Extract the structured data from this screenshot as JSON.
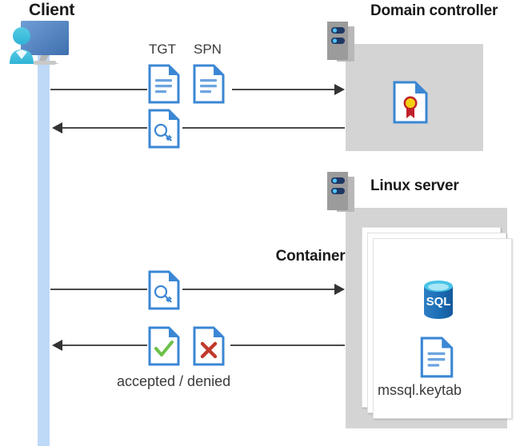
{
  "diagram": {
    "title_client": "Client",
    "title_domain_controller": "Domain controller",
    "title_linux_server": "Linux server",
    "title_container": "Container",
    "label_tgt": "TGT",
    "label_spn": "SPN",
    "label_accepted_denied": "accepted / denied",
    "label_keytab": "mssql.keytab",
    "label_sql": "SQL"
  },
  "icons": {
    "client": "client-workstation-user-icon",
    "server_rack_dc": "server-rack-icon",
    "server_rack_linux": "server-rack-icon",
    "certificate": "certificate-document-icon",
    "tgt_doc": "text-document-icon",
    "spn_doc": "text-document-icon",
    "ticket_key_up": "key-document-icon",
    "ticket_key_down": "key-document-icon",
    "accepted": "check-document-icon",
    "denied": "cross-document-icon",
    "sql_database": "sql-database-icon",
    "keytab_doc": "text-document-icon"
  },
  "flows": [
    {
      "id": "flow-request-tgt-spn",
      "direction": "right",
      "from": "client",
      "to": "domain-controller"
    },
    {
      "id": "flow-return-ticket",
      "direction": "left",
      "from": "domain-controller",
      "to": "client"
    },
    {
      "id": "flow-present-ticket",
      "direction": "right",
      "from": "client",
      "to": "linux-server"
    },
    {
      "id": "flow-auth-result",
      "direction": "left",
      "from": "linux-server",
      "to": "client"
    }
  ],
  "colors": {
    "lifeline": "#bed9f7",
    "panel_gray": "#d4d4d4",
    "doc_blue": "#3b87d4",
    "doc_fold": "#2f7fce",
    "arrow": "#4a4a4a",
    "sql_blue": "#1b6cb5",
    "sql_top": "#49c3e8",
    "check_green": "#6cc04a",
    "cross_red": "#c0392b",
    "cert_gold": "#f5cf12",
    "cert_red": "#c0202a",
    "rack_gray": "#9a9a9a",
    "rack_navy": "#1f3864",
    "monitor_blue": "#4f81bd",
    "person_cyan": "#42bedc",
    "text": "#262626"
  }
}
